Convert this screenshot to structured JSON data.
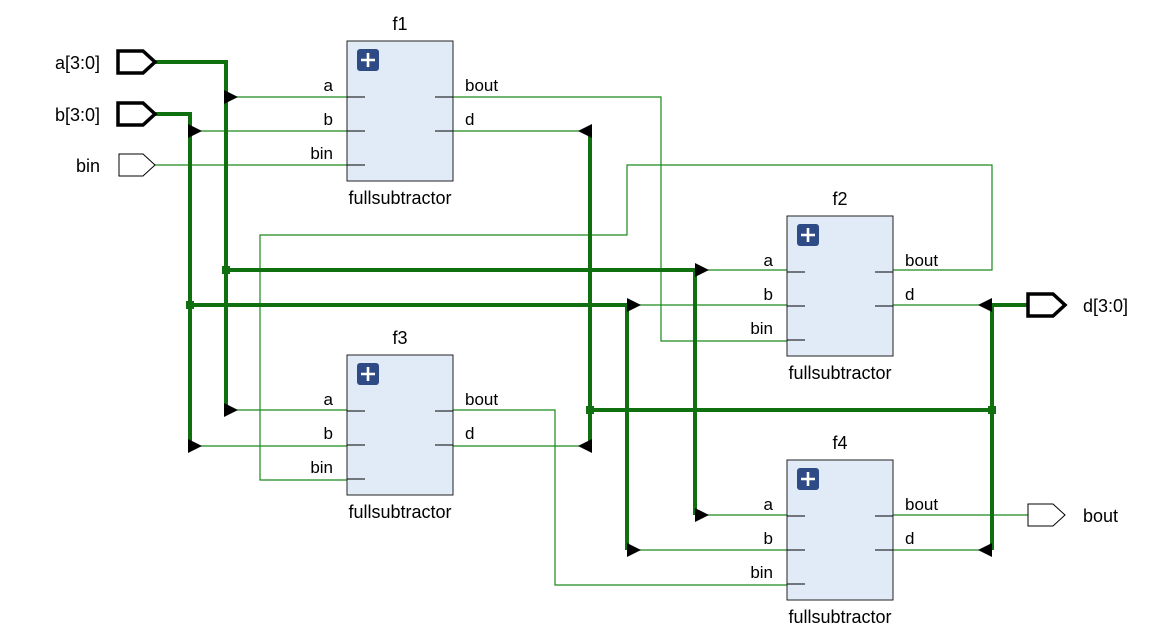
{
  "colors": {
    "wire": "#1a8a1a",
    "bus": "#107010",
    "block_fill": "#e1ebf8",
    "block_stroke": "#222222",
    "expand_icon_bg": "#2f4b86"
  },
  "ports": {
    "a": "a[3:0]",
    "b": "b[3:0]",
    "bin": "bin",
    "d": "d[3:0]",
    "bout": "bout"
  },
  "blocks": [
    {
      "instance": "f1",
      "module": "fullsubtractor",
      "inputs": [
        "a",
        "b",
        "bin"
      ],
      "outputs": [
        "bout",
        "d"
      ]
    },
    {
      "instance": "f2",
      "module": "fullsubtractor",
      "inputs": [
        "a",
        "b",
        "bin"
      ],
      "outputs": [
        "bout",
        "d"
      ]
    },
    {
      "instance": "f3",
      "module": "fullsubtractor",
      "inputs": [
        "a",
        "b",
        "bin"
      ],
      "outputs": [
        "bout",
        "d"
      ]
    },
    {
      "instance": "f4",
      "module": "fullsubtractor",
      "inputs": [
        "a",
        "b",
        "bin"
      ],
      "outputs": [
        "bout",
        "d"
      ]
    }
  ],
  "expand_icon": "plus-icon"
}
